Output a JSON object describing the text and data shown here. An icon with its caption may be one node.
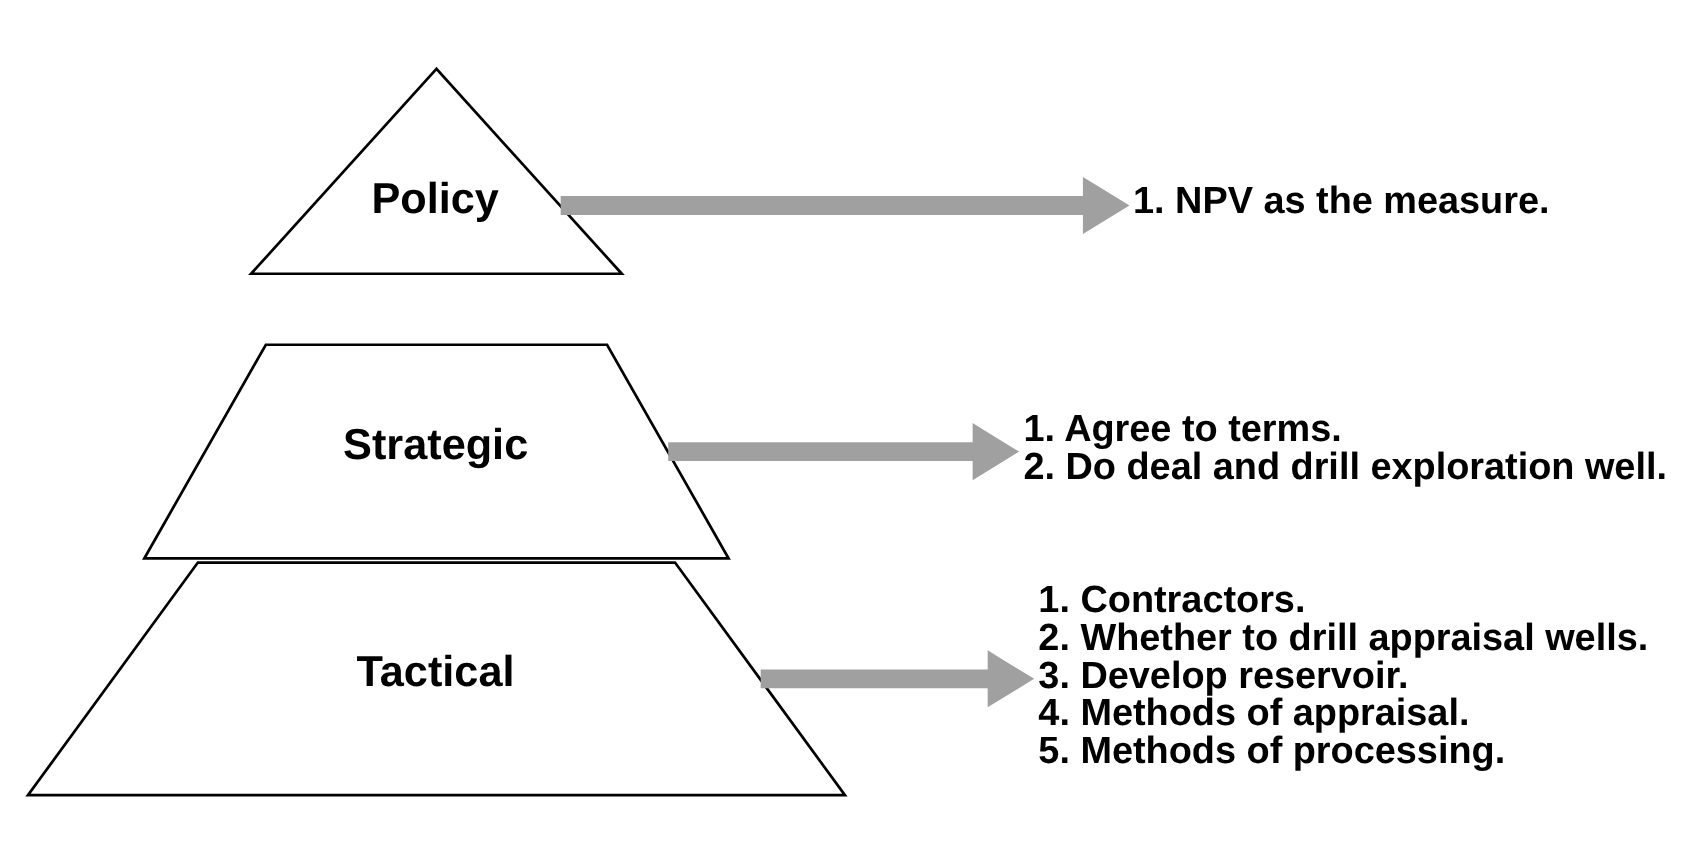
{
  "diagram": {
    "nodes": [
      {
        "text": [
          "Policy"
        ]
      },
      {
        "text": [
          "Strategic"
        ]
      },
      {
        "text": [
          "Tactical"
        ]
      },
      {
        "text": [
          "1. NPV as the measure."
        ]
      },
      {
        "text": [
          "1. Agree to terms.",
          "2. Do deal and drill exploration well."
        ]
      },
      {
        "text": [
          "1. Contractors.",
          "2. Whether to drill appraisal wells.",
          "3. Develop reservoir.",
          "4. Methods of appraisal.",
          "5. Methods of processing."
        ]
      }
    ],
    "edges": [
      {
        "from": 0,
        "to": 3,
        "arrow": "to"
      },
      {
        "from": 1,
        "to": 4,
        "arrow": "to"
      },
      {
        "from": 2,
        "to": 5,
        "arrow": "to"
      }
    ]
  }
}
